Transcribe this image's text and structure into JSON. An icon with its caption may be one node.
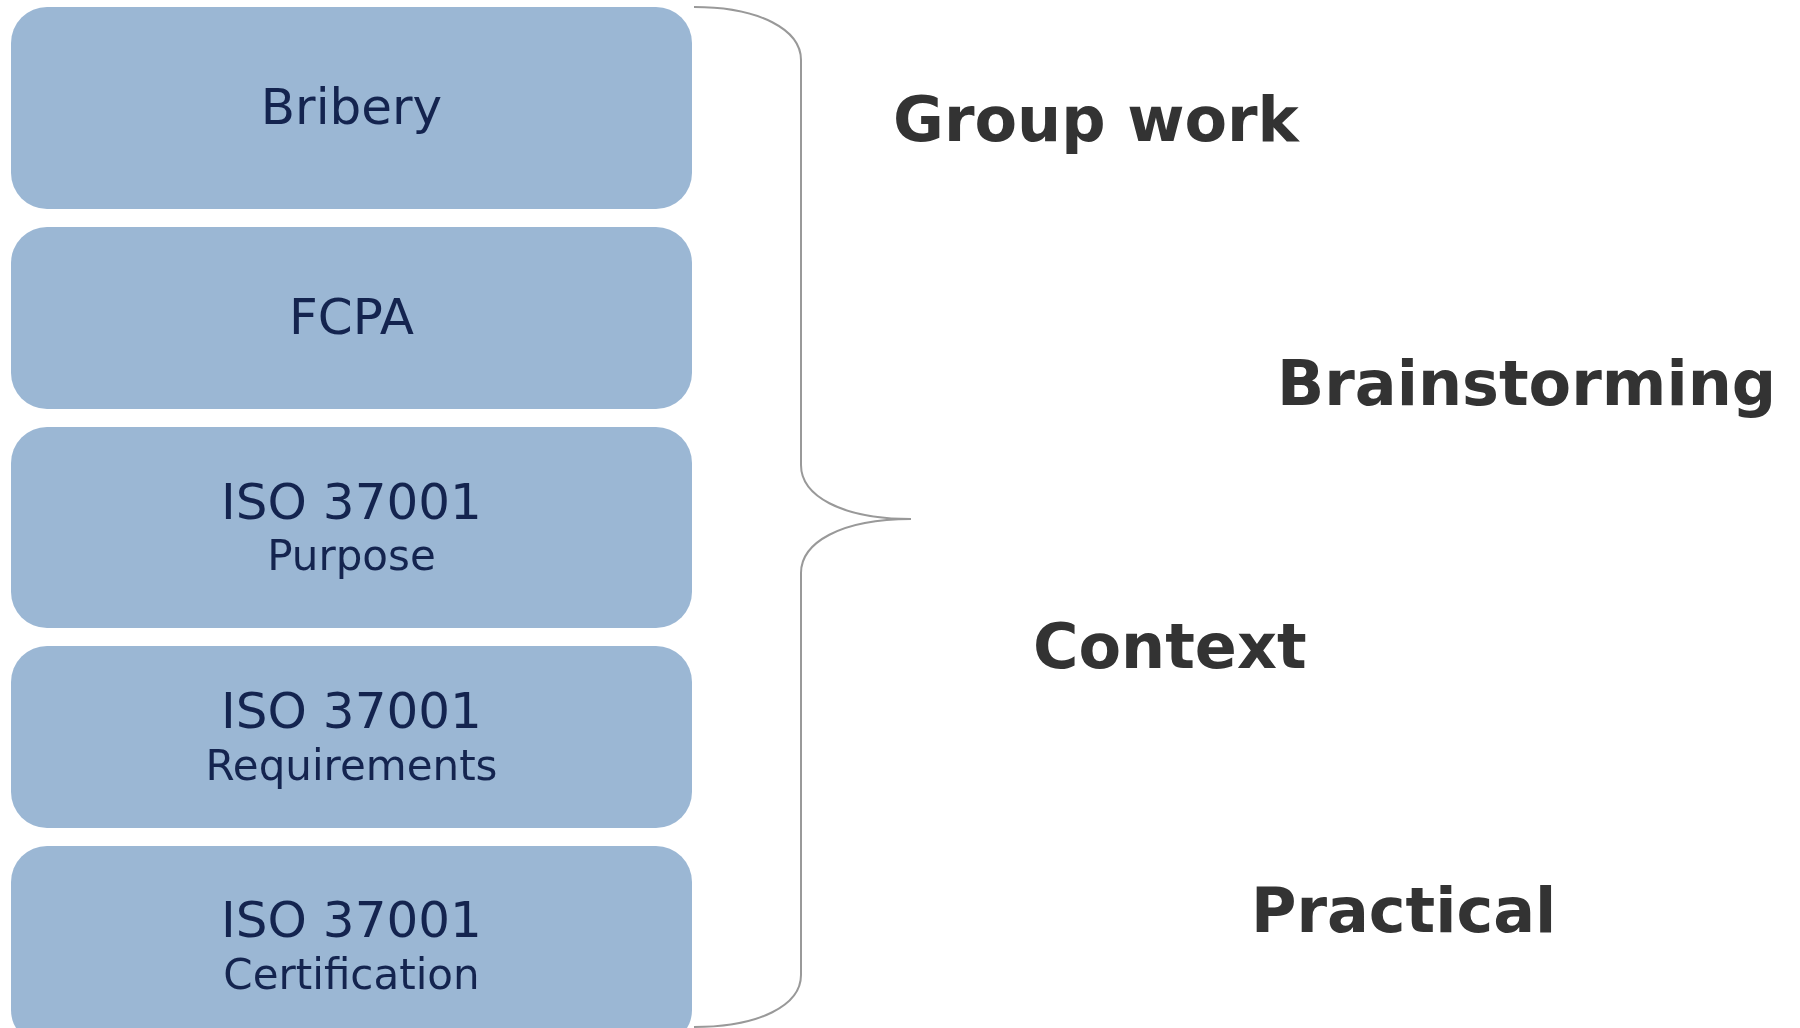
{
  "diagram": {
    "nodes": [
      {
        "text": [
          "Bribery"
        ]
      },
      {
        "text": [
          "FCPA"
        ]
      },
      {
        "text": [
          "ISO 37001",
          "Purpose"
        ]
      },
      {
        "text": [
          "ISO 37001",
          "Requirements"
        ]
      },
      {
        "text": [
          "ISO 37001",
          "Certification"
        ]
      }
    ],
    "labels": [
      "Group work",
      "Brainstorming",
      "Context",
      "Practical"
    ]
  }
}
